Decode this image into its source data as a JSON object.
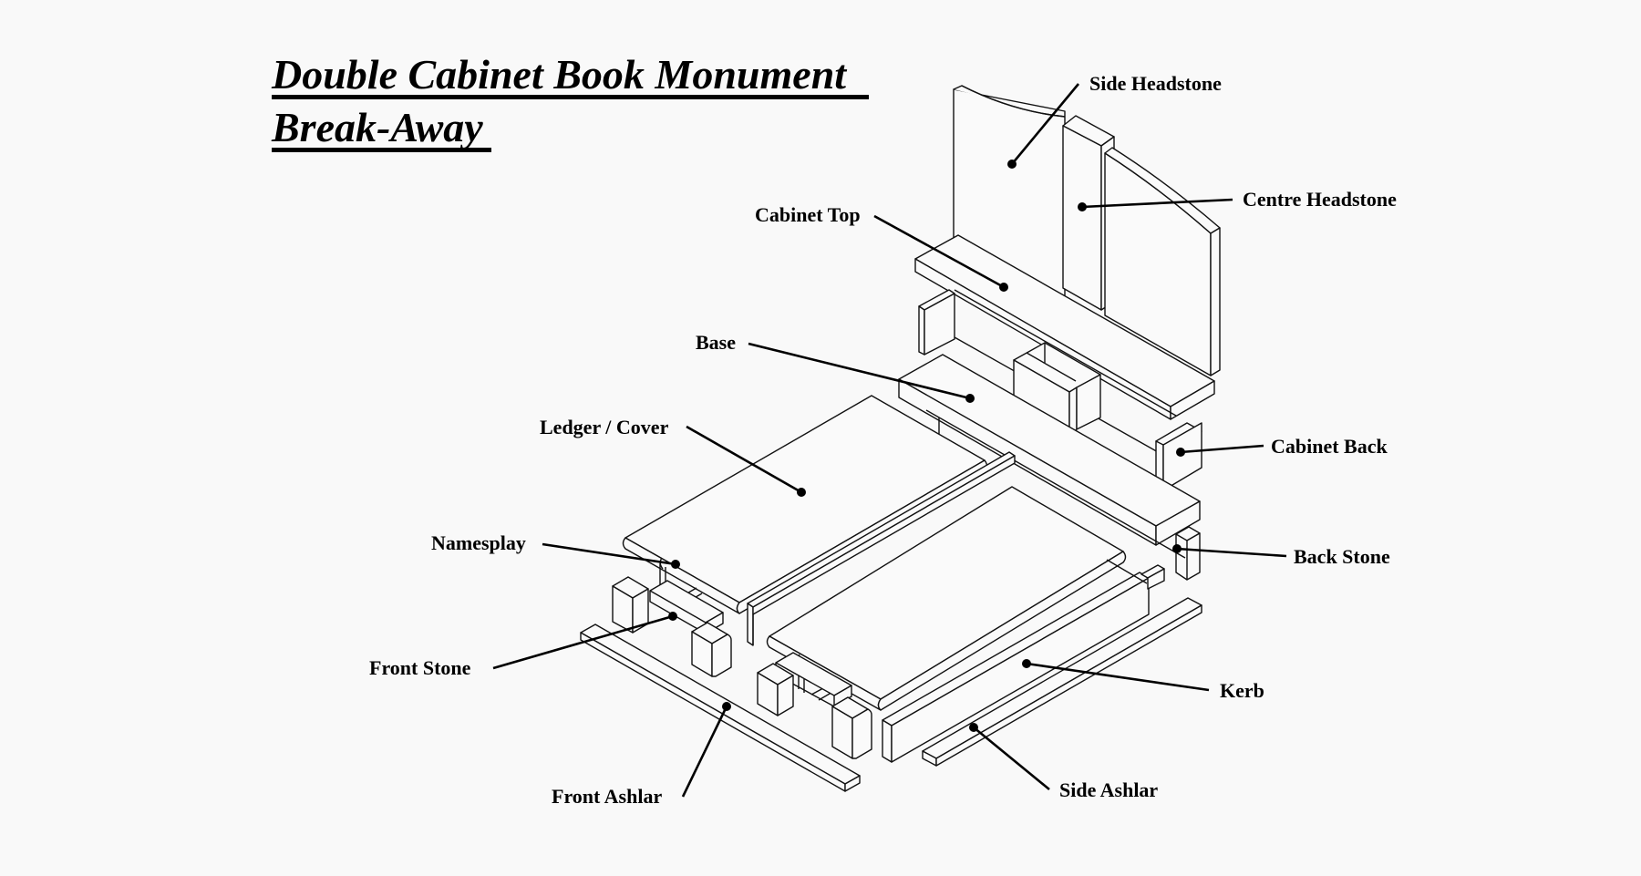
{
  "title": {
    "line1": "Double Cabinet Book Monument",
    "line2": "Break-Away"
  },
  "labels": {
    "side_headstone": "Side Headstone",
    "centre_headstone": "Centre Headstone",
    "cabinet_top": "Cabinet Top",
    "base": "Base",
    "ledger_cover": "Ledger / Cover",
    "cabinet_back": "Cabinet Back",
    "namesplay": "Namesplay",
    "back_stone": "Back Stone",
    "front_stone": "Front Stone",
    "kerb": "Kerb",
    "front_ashlar": "Front Ashlar",
    "side_ashlar": "Side Ashlar"
  },
  "colors": {
    "background": "#f9f9f9",
    "ink": "#000000"
  }
}
